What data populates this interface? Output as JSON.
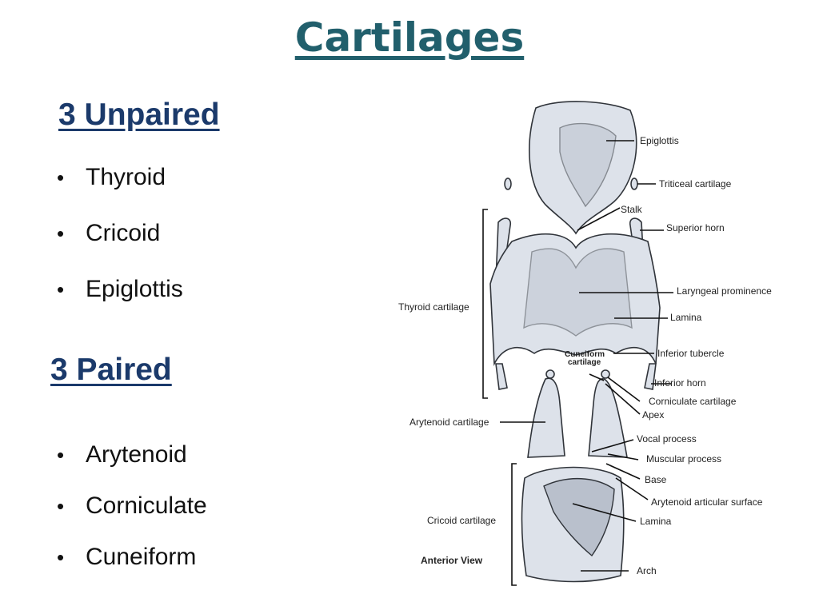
{
  "title": "Cartilages",
  "unpaired": {
    "heading": "3 Unpaired",
    "items": [
      "Thyroid",
      "Cricoid",
      "Epiglottis"
    ]
  },
  "paired": {
    "heading": "3 Paired",
    "items": [
      "Arytenoid",
      "Corniculate",
      "Cuneiform"
    ]
  },
  "diagram": {
    "labels": {
      "epiglottis": "Epiglottis",
      "triticeal": "Triticeal cartilage",
      "stalk": "Stalk",
      "superior_horn": "Superior horn",
      "laryngeal_prominence": "Laryngeal prominence",
      "lamina_thyroid": "Lamina",
      "thyroid_cartilage": "Thyroid cartilage",
      "cuneiform_1": "Cuneiform",
      "cuneiform_2": "cartilage",
      "inferior_tubercle": "Inferior tubercle",
      "inferior_horn": "Inferior horn",
      "corniculate": "Corniculate cartilage",
      "apex": "Apex",
      "arytenoid_cartilage": "Arytenoid cartilage",
      "vocal_process": "Vocal process",
      "muscular_process": "Muscular process",
      "base": "Base",
      "arytenoid_articular": "Arytenoid articular surface",
      "cricoid_cartilage": "Cricoid cartilage",
      "lamina_cricoid": "Lamina",
      "anterior_view": "Anterior View",
      "arch": "Arch"
    }
  }
}
